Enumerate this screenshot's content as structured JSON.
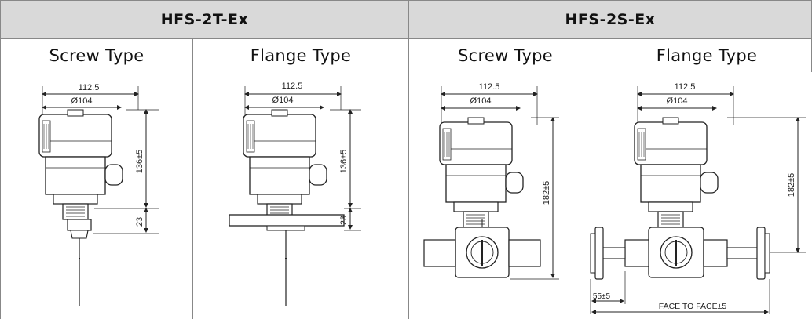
{
  "table": {
    "models": [
      {
        "name": "HFS-2T-Ex",
        "types": [
          "Screw Type",
          "Flange Type"
        ],
        "dims": {
          "width": "112.5",
          "diameter": "Ø104",
          "height": "136±5",
          "lower": "23"
        }
      },
      {
        "name": "HFS-2S-Ex",
        "types": [
          "Screw Type",
          "Flange Type"
        ],
        "dims": {
          "width": "112.5",
          "diameter": "Ø104",
          "height": "182±5",
          "pipe": "55±5",
          "face": "FACE TO FACE±5"
        }
      }
    ]
  }
}
